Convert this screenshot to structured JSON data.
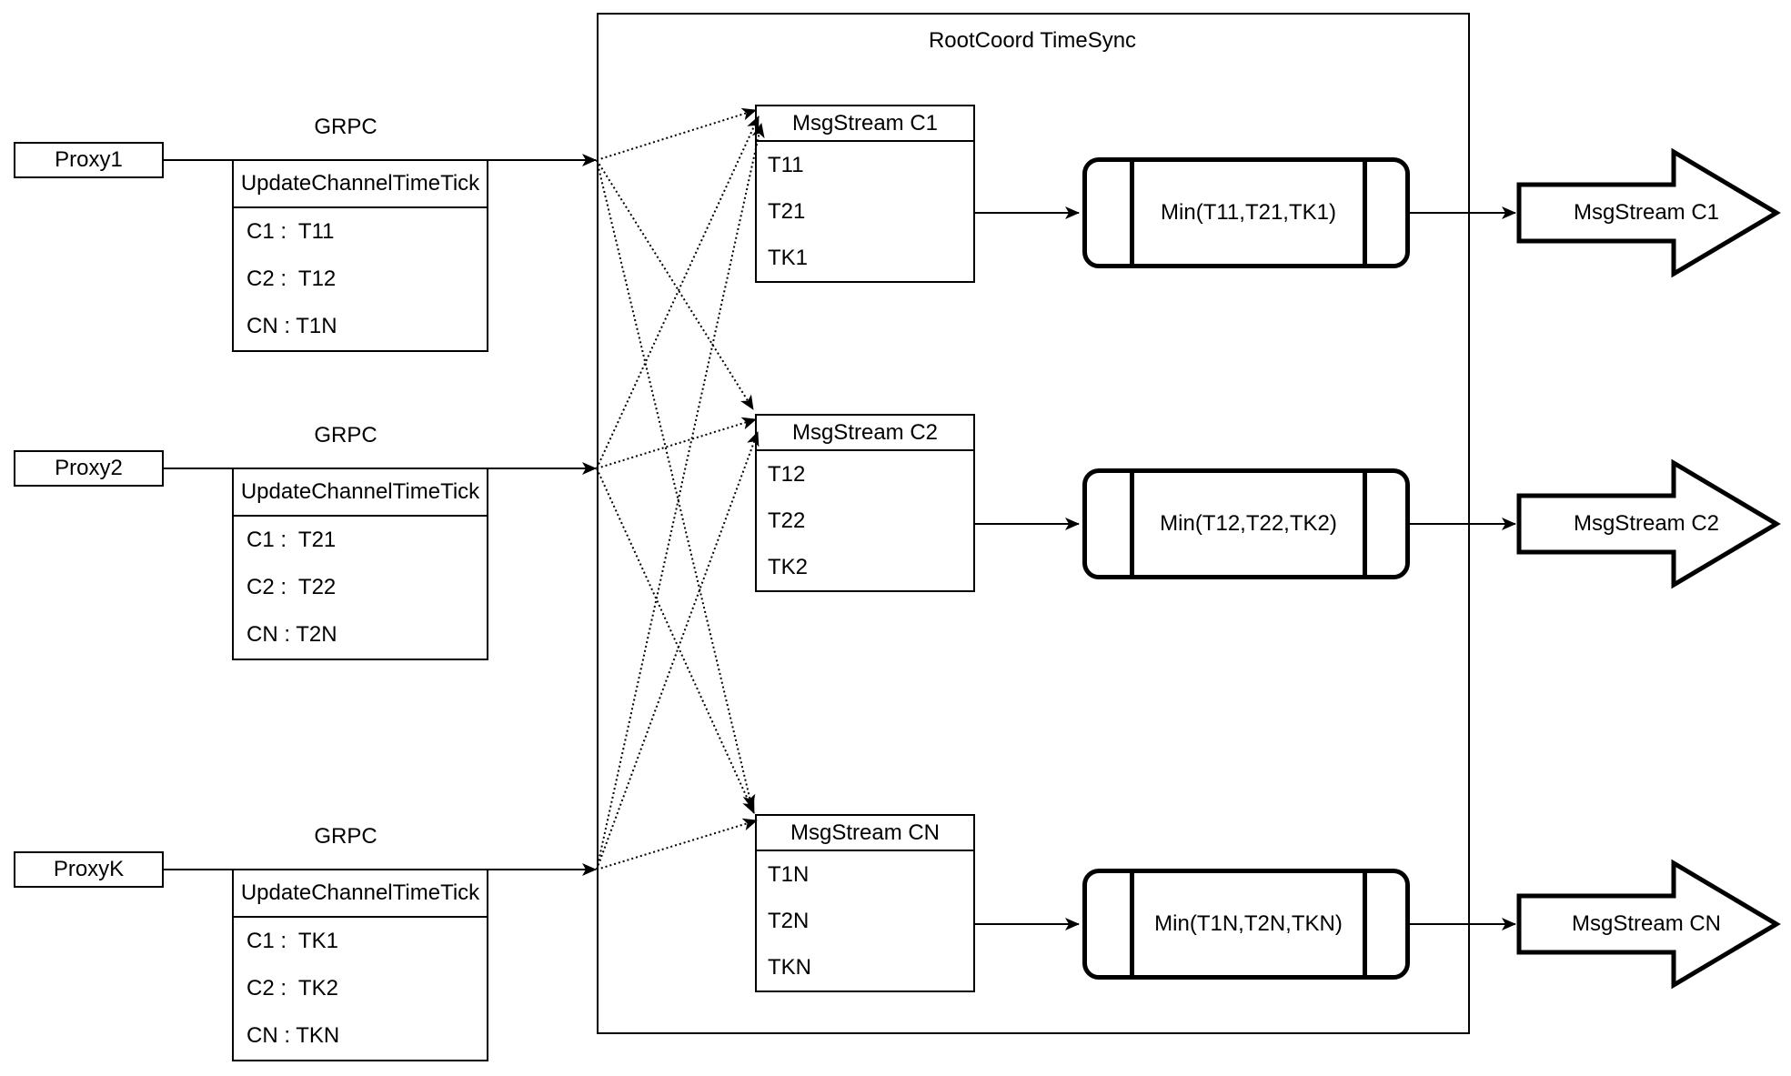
{
  "title": "RootCoord TimeSync",
  "proxies": [
    {
      "label": "Proxy1",
      "grpc_label": "GRPC",
      "update_table": {
        "header": "UpdateChannelTimeTick",
        "rows": [
          "C1 :  T11",
          "C2 :  T12",
          "CN : T1N"
        ]
      }
    },
    {
      "label": "Proxy2",
      "grpc_label": "GRPC",
      "update_table": {
        "header": "UpdateChannelTimeTick",
        "rows": [
          "C1 :  T21",
          "C2 :  T22",
          "CN : T2N"
        ]
      }
    },
    {
      "label": "ProxyK",
      "grpc_label": "GRPC",
      "update_table": {
        "header": "UpdateChannelTimeTick",
        "rows": [
          "C1 :  TK1",
          "C2 :  TK2",
          "CN : TKN"
        ]
      }
    }
  ],
  "streams": [
    {
      "table_header": "MsgStream C1",
      "ticks": [
        "T11",
        "T21",
        "TK1"
      ],
      "min_label": "Min(T11,T21,TK1)",
      "output_label": "MsgStream C1"
    },
    {
      "table_header": "MsgStream C2",
      "ticks": [
        "T12",
        "T22",
        "TK2"
      ],
      "min_label": "Min(T12,T22,TK2)",
      "output_label": "MsgStream C2"
    },
    {
      "table_header": "MsgStream CN",
      "ticks": [
        "T1N",
        "T2N",
        "TKN"
      ],
      "min_label": "Min(T1N,T2N,TKN)",
      "output_label": "MsgStream CN"
    }
  ],
  "colors": {
    "line": "#000000",
    "background": "#ffffff"
  }
}
